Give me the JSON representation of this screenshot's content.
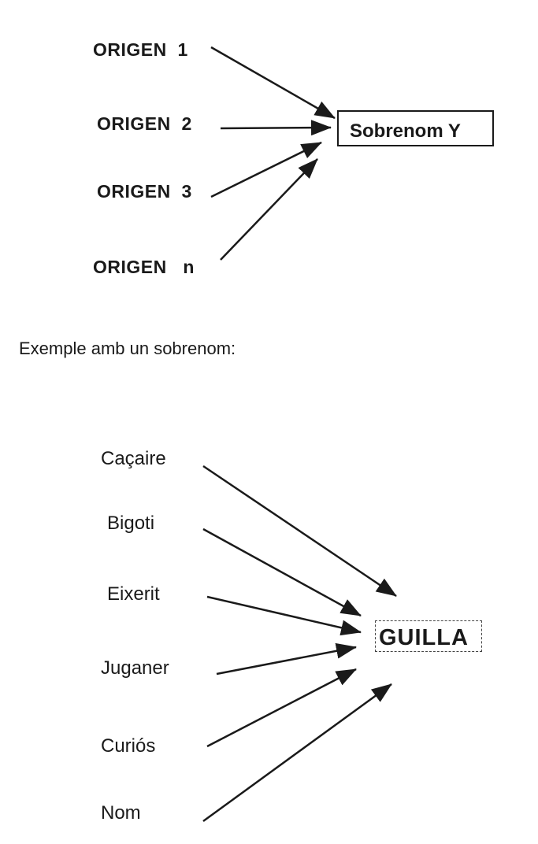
{
  "diagram_1": {
    "sources": [
      "ORIGEN  1",
      "ORIGEN  2",
      "ORIGEN  3",
      "ORIGEN   n"
    ],
    "target": "Sobrenom  Y"
  },
  "caption": "Exemple amb un sobrenom:",
  "diagram_2": {
    "sources": [
      "Caçaire",
      "Bigoti",
      "Eixerit",
      "Juganer",
      "Curiós",
      "Nom"
    ],
    "target": "GUILLA"
  }
}
